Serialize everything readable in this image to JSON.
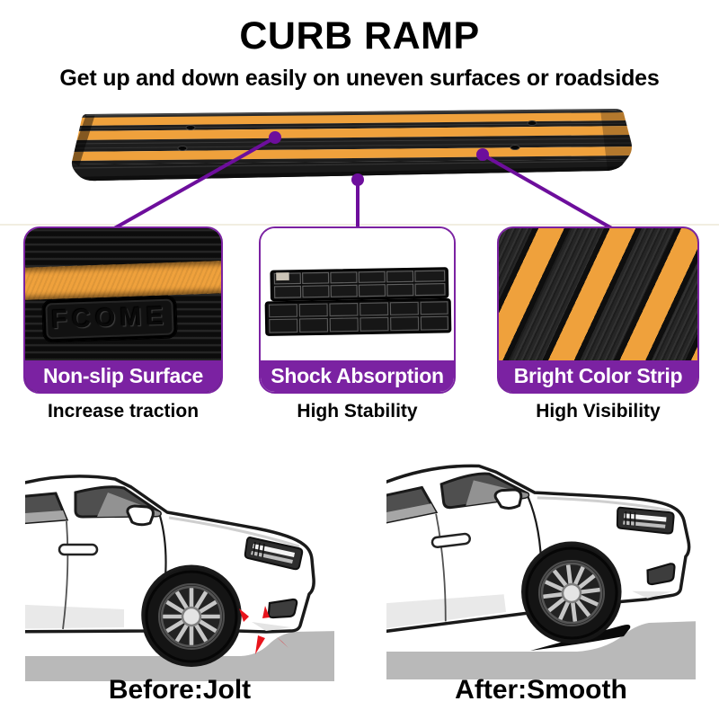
{
  "header": {
    "title": "CURB RAMP",
    "subtitle": "Get up and down easily on uneven surfaces or roadsides"
  },
  "product": {
    "embossed_brand": "FCOME"
  },
  "features": [
    {
      "id": "non-slip",
      "label": "Non-slip Surface",
      "caption": "Increase traction"
    },
    {
      "id": "shock-absorption",
      "label": "Shock Absorption",
      "caption": "High Stability"
    },
    {
      "id": "bright-strip",
      "label": "Bright Color Strip",
      "caption": "High Visibility"
    }
  ],
  "comparison": {
    "before": "Before:Jolt",
    "after": "After:Smooth"
  },
  "theme": {
    "purple": "#7B22A2",
    "callout": "#6D0E9C",
    "orange": "#EFA13C",
    "ground": "#b9b9b9",
    "red": "#E8141C",
    "rubber": "#1b1b1b"
  }
}
